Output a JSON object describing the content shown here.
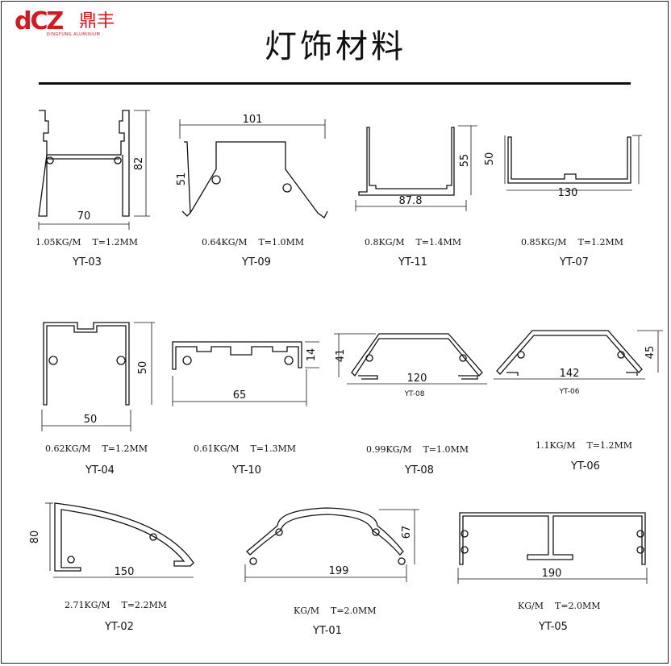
{
  "brand": {
    "letters": "dCZ",
    "cn": "鼎丰",
    "sub": "DINGFUNG ALUMINIUM"
  },
  "title": "灯饰材料",
  "profiles": [
    {
      "code": "YT-03",
      "weight": "1.05KG/M",
      "thickness": "T=1.2MM",
      "dims": [
        "70",
        "82"
      ]
    },
    {
      "code": "YT-09",
      "weight": "0.64KG/M",
      "thickness": "T=1.0MM",
      "dims": [
        "101",
        "51"
      ]
    },
    {
      "code": "YT-11",
      "weight": "0.8KG/M",
      "thickness": "T=1.4MM",
      "dims": [
        "87.8",
        "55"
      ]
    },
    {
      "code": "YT-07",
      "weight": "0.85KG/M",
      "thickness": "T=1.2MM",
      "dims": [
        "130",
        "50"
      ]
    },
    {
      "code": "YT-04",
      "weight": "0.62KG/M",
      "thickness": "T=1.2MM",
      "dims": [
        "50",
        "50"
      ]
    },
    {
      "code": "YT-10",
      "weight": "0.61KG/M",
      "thickness": "T=1.3MM",
      "dims": [
        "65",
        "14"
      ]
    },
    {
      "code": "YT-08",
      "weight": "0.99KG/M",
      "thickness": "T=1.0MM",
      "dims": [
        "120",
        "41"
      ]
    },
    {
      "code": "YT-06",
      "weight": "1.1KG/M",
      "thickness": "T=1.2MM",
      "dims": [
        "142",
        "45"
      ]
    },
    {
      "code": "YT-02",
      "weight": "2.71KG/M",
      "thickness": "T=2.2MM",
      "dims": [
        "150",
        "80"
      ]
    },
    {
      "code": "YT-01",
      "weight": "KG/M",
      "thickness": "T=2.0MM",
      "dims": [
        "199",
        "67"
      ]
    },
    {
      "code": "YT-05",
      "weight": "KG/M",
      "thickness": "T=2.0MM",
      "dims": [
        "190"
      ]
    }
  ]
}
